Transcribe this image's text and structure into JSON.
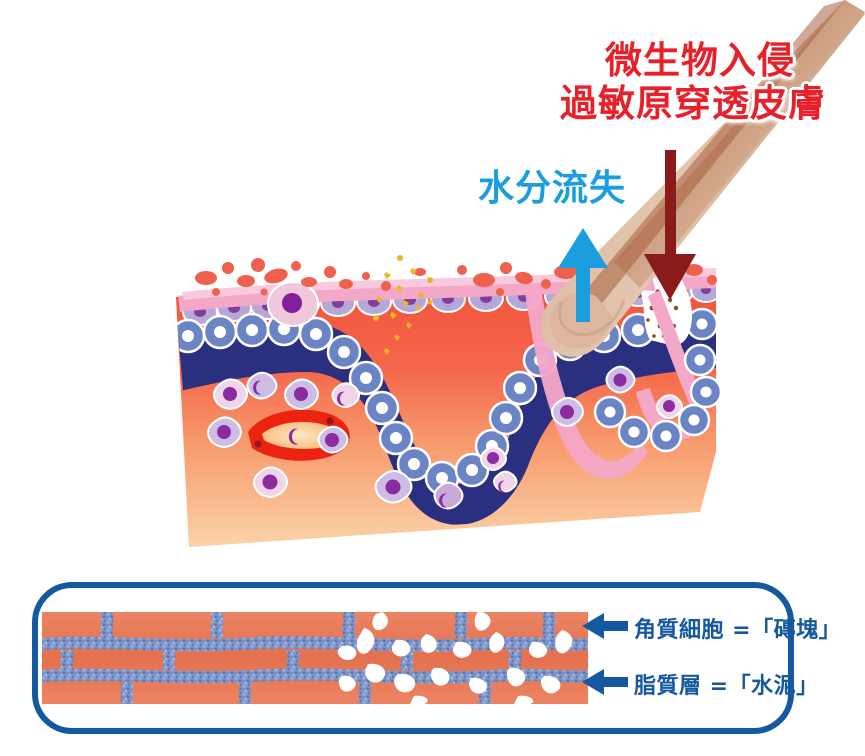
{
  "meta": {
    "title": "皮膚屏障受損示意圖",
    "language": "zh-Hant"
  },
  "colors": {
    "invasion_text": "#e8202a",
    "water_loss_text": "#1a9ee0",
    "panel_border": "#14599f",
    "panel_label_text": "#14599f",
    "arrow_up": "#1a9ee0",
    "arrow_down": "#8b1a1a",
    "panel_arrow": "#14599f",
    "brick": "#e8795c",
    "mortar": "#7a93c8",
    "dermis_top": "#f2503c",
    "dermis_bottom": "#fbd2a8",
    "basal_band": "#2b2f7f",
    "basal_cell": "#6b84c4",
    "spinous_cell": "#b3a6d4",
    "corneum": "#f4a8c8",
    "nail": "#c99478",
    "bacteria": "#f0604f",
    "allergen": "#f0b429",
    "immune_nucleus": "#8a2ba0",
    "vessel": "#ee2211"
  },
  "callouts": {
    "invasion": {
      "line1": "微生物入侵",
      "line2": "過敏原穿透皮膚"
    },
    "water_loss": "水分流失"
  },
  "arrows": {
    "water_loss_arrow": {
      "direction": "up",
      "label": "水分流失"
    },
    "invasion_arrow": {
      "direction": "down",
      "label": "微生物入侵"
    }
  },
  "barrier_panel": {
    "labels": [
      {
        "text": "角質細胞 =「磚塊」",
        "target": "corneocyte"
      },
      {
        "text": "脂質層 =「水泥」",
        "target": "lipid"
      }
    ]
  },
  "illustration": {
    "type": "skin-cross-section",
    "description": "受損皮膚橫切面，指甲抓撓穿透表皮",
    "layers": [
      "角質層",
      "顆粒層／棘層",
      "基底層",
      "真皮層"
    ],
    "elements": [
      "scratching-nail",
      "bacteria-particles",
      "allergen-particles",
      "blood-vessel",
      "immune-cells"
    ]
  }
}
